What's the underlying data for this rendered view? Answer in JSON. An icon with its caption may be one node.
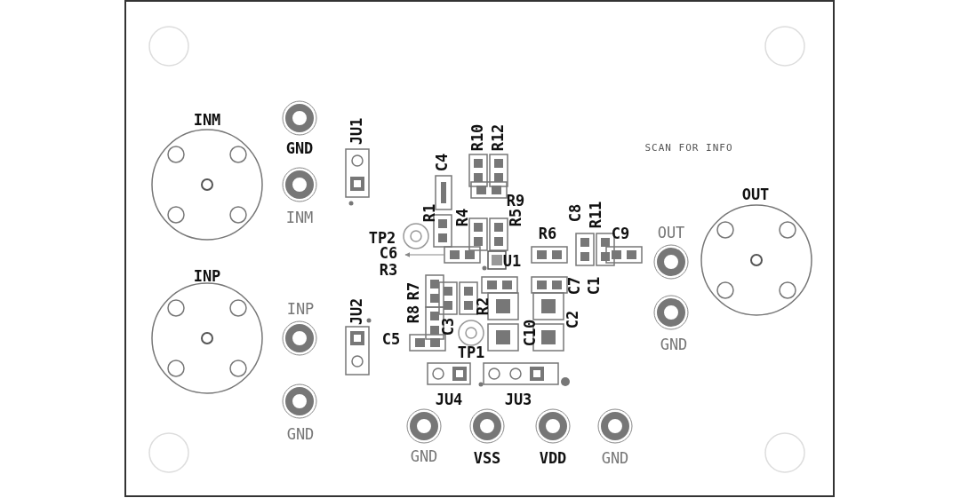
{
  "diagram": {
    "nodes": [
      {
        "text": [
          "C6"
        ]
      },
      {
        "text": [],
        "shape": "box"
      }
    ],
    "edges": [
      {
        "from": 1,
        "to": 0,
        "arrow": "to"
      }
    ],
    "labels": [
      "SCAN FOR INFO",
      "INM",
      "GND",
      "JU1",
      "R10",
      "R12",
      "C4",
      "INM",
      "OUT",
      "R9",
      "R1",
      "R4",
      "R5",
      "C8",
      "R11",
      "TP2",
      "R6",
      "C9",
      "OUT",
      "U1",
      "R3",
      "R7",
      "C7",
      "C1",
      "INP",
      "INP",
      "JU2",
      "R8",
      "R2",
      "C3",
      "C10",
      "C2",
      "C5",
      "GND",
      "TP1",
      "JU4",
      "JU3",
      "GND",
      "GND",
      "VSS",
      "VDD",
      "GND"
    ]
  }
}
